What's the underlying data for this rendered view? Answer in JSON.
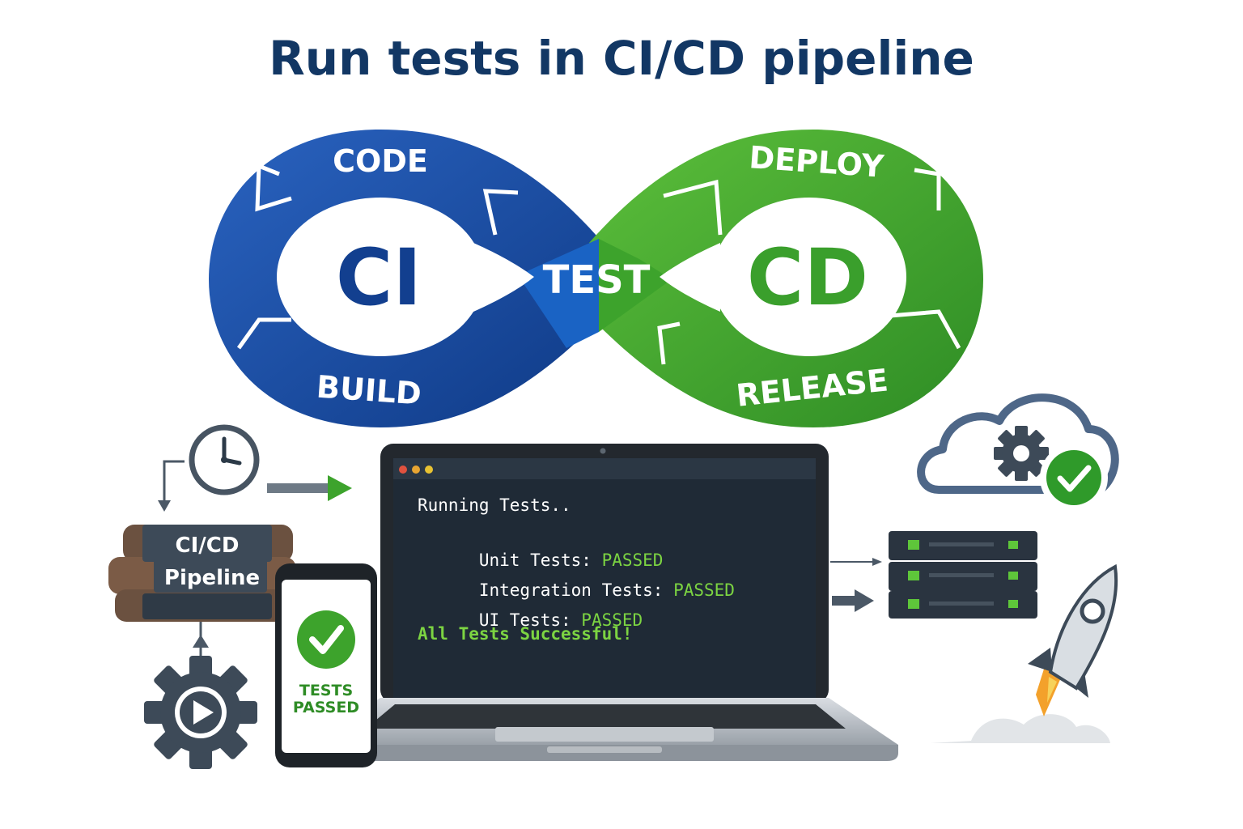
{
  "title": "Run tests in CI/CD pipeline",
  "colors": {
    "blue_dark": "#123f8f",
    "blue": "#1e5bb8",
    "green": "#3b9e2e",
    "green_light": "#6cc24a",
    "navy": "#123764",
    "terminal_bg": "#1f2a36",
    "terminal_green": "#7cd442"
  },
  "loop": {
    "code": "CODE",
    "build": "BUILD",
    "test": "TEST",
    "deploy": "DEPLOY",
    "release": "RELEASE",
    "ci": "CI",
    "cd": "CD"
  },
  "books": {
    "line1": "CI/CD",
    "line2": "Pipeline"
  },
  "phone": {
    "line1": "TESTS",
    "line2": "PASSED"
  },
  "terminal": {
    "running": "Running Tests..",
    "unit_label": "Unit Tests: ",
    "unit_status": "PASSED",
    "integration_label": "Integration Tests: ",
    "integration_status": "PASSED",
    "ui_label": "UI Tests: ",
    "ui_status": "PASSED",
    "summary": "All Tests Successful!"
  },
  "icons": {
    "clock": "clock-icon",
    "gear_play": "gear-play-icon",
    "cloud": "cloud-gear-icon",
    "check": "check-icon",
    "server": "server-rack-icon",
    "rocket": "rocket-icon"
  }
}
